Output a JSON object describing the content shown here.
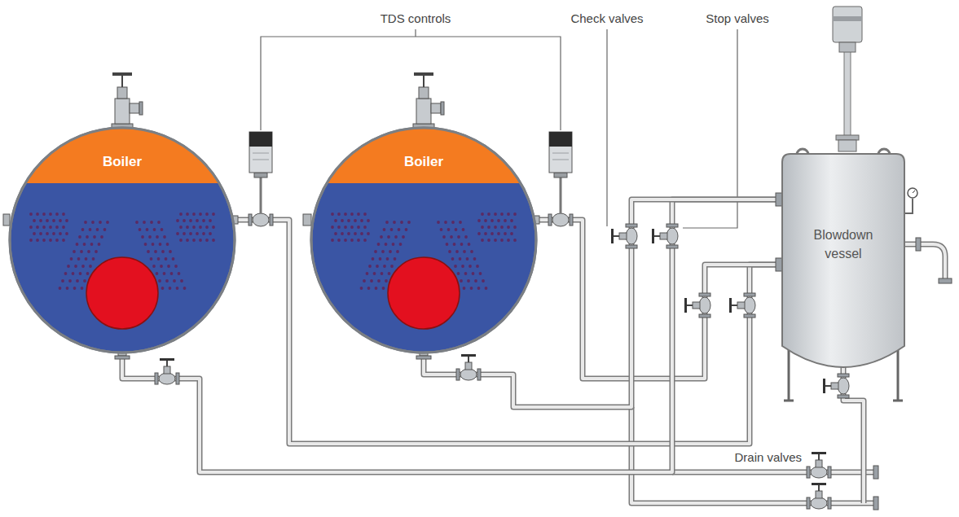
{
  "diagram": {
    "nodes": [
      {
        "text": [
          "Boiler"
        ]
      },
      {
        "text": [
          "Boiler"
        ]
      },
      {
        "text": [
          "Blowdown vessel"
        ]
      }
    ],
    "edges": [
      {
        "from": 0,
        "to": 2,
        "arrow": "none"
      },
      {
        "from": 1,
        "to": 2,
        "arrow": "none"
      },
      {
        "from": 0,
        "to": 2,
        "arrow": "none"
      },
      {
        "from": 1,
        "to": 2,
        "arrow": "none"
      }
    ],
    "labels": [
      "TDS controls",
      "Check valves",
      "Stop valves",
      "Drain valves"
    ]
  }
}
